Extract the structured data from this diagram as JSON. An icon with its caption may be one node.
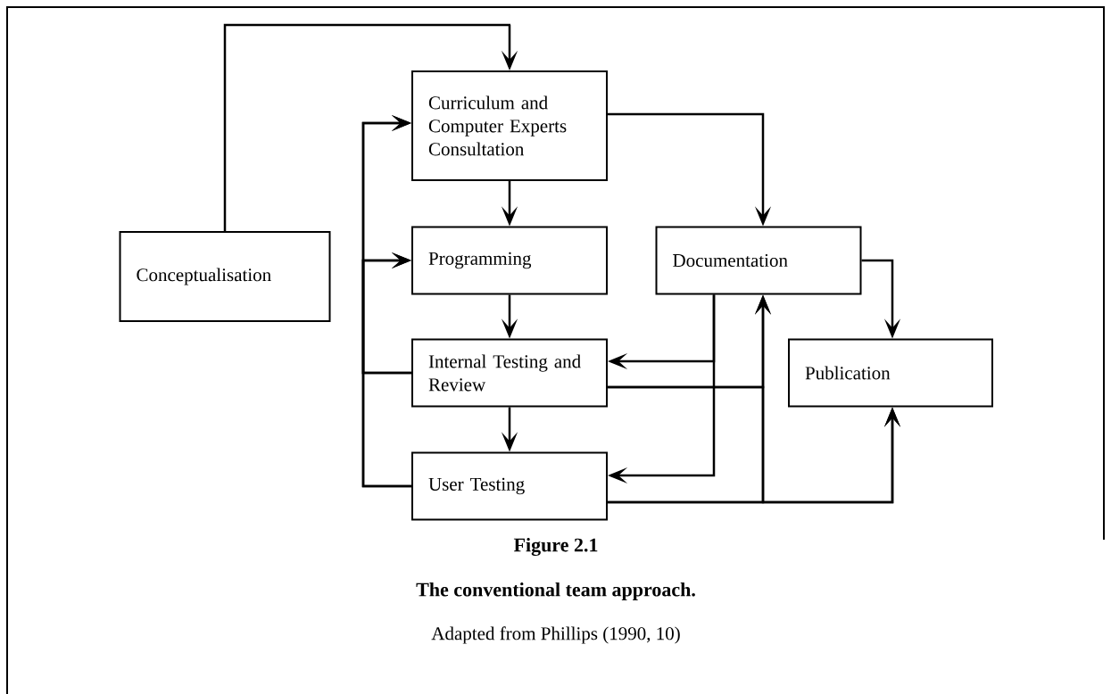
{
  "diagram": {
    "nodes": [
      {
        "text": [
          "Conceptualisation"
        ]
      },
      {
        "text": [
          "Curriculum and Computer Experts Consultation"
        ]
      },
      {
        "text": [
          "Programming"
        ]
      },
      {
        "text": [
          "Internal Testing and Review"
        ]
      },
      {
        "text": [
          "User Testing"
        ]
      },
      {
        "text": [
          "Documentation"
        ]
      },
      {
        "text": [
          "Publication"
        ]
      }
    ],
    "edges": [
      {
        "from": 0,
        "to": 1,
        "arrow": "to"
      },
      {
        "from": 1,
        "to": 2,
        "arrow": "to"
      },
      {
        "from": 2,
        "to": 3,
        "arrow": "to"
      },
      {
        "from": 3,
        "to": 4,
        "arrow": "to"
      },
      {
        "from": 1,
        "to": 5,
        "arrow": "to"
      },
      {
        "from": 5,
        "to": 6,
        "arrow": "to"
      },
      {
        "from": 5,
        "to": 3,
        "arrow": "to"
      },
      {
        "from": 5,
        "to": 4,
        "arrow": "to"
      },
      {
        "from": 3,
        "to": 1,
        "arrow": "to"
      },
      {
        "from": 3,
        "to": 2,
        "arrow": "to"
      },
      {
        "from": 4,
        "to": 1,
        "arrow": "to"
      },
      {
        "from": 4,
        "to": 2,
        "arrow": "to"
      },
      {
        "from": 3,
        "to": 5,
        "arrow": "to"
      },
      {
        "from": 3,
        "to": 6,
        "arrow": "to"
      },
      {
        "from": 4,
        "to": 5,
        "arrow": "to"
      },
      {
        "from": 4,
        "to": 6,
        "arrow": "to"
      }
    ],
    "labels": [
      "Figure 2.1",
      "The conventional team approach.",
      "Adapted from Phillips (1990, 10)"
    ]
  }
}
